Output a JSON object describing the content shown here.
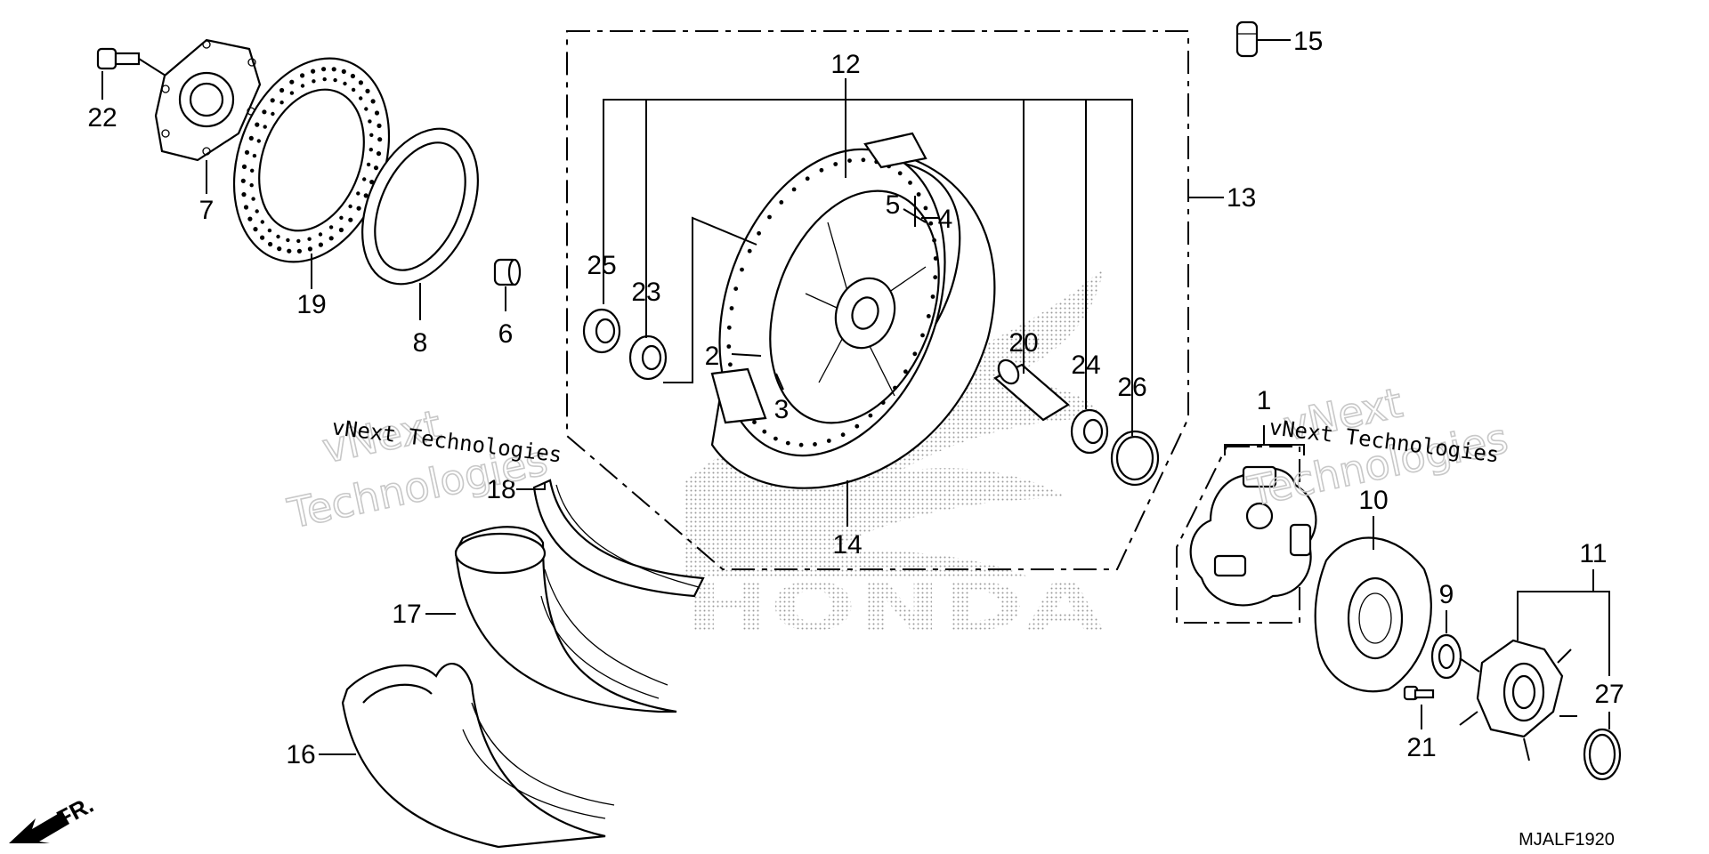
{
  "diagram": {
    "drawing_code": "MJALF1920",
    "direction_label": "FR.",
    "brand_mark": "HONDA",
    "watermark": {
      "outline_line1": "vNext",
      "outline_line2": "Technologies",
      "plain": "vNext Technologies"
    },
    "callouts": [
      {
        "id": "c1",
        "label": "1"
      },
      {
        "id": "c2",
        "label": "2"
      },
      {
        "id": "c3",
        "label": "3"
      },
      {
        "id": "c4",
        "label": "4"
      },
      {
        "id": "c5",
        "label": "5"
      },
      {
        "id": "c6",
        "label": "6"
      },
      {
        "id": "c7",
        "label": "7"
      },
      {
        "id": "c8",
        "label": "8"
      },
      {
        "id": "c9",
        "label": "9"
      },
      {
        "id": "c10",
        "label": "10"
      },
      {
        "id": "c11",
        "label": "11"
      },
      {
        "id": "c12",
        "label": "12"
      },
      {
        "id": "c13",
        "label": "13"
      },
      {
        "id": "c14",
        "label": "14"
      },
      {
        "id": "c15",
        "label": "15"
      },
      {
        "id": "c16",
        "label": "16"
      },
      {
        "id": "c17",
        "label": "17"
      },
      {
        "id": "c18",
        "label": "18"
      },
      {
        "id": "c19",
        "label": "19"
      },
      {
        "id": "c20",
        "label": "20"
      },
      {
        "id": "c21",
        "label": "21"
      },
      {
        "id": "c22",
        "label": "22"
      },
      {
        "id": "c23",
        "label": "23"
      },
      {
        "id": "c24",
        "label": "24"
      },
      {
        "id": "c25",
        "label": "25"
      },
      {
        "id": "c26",
        "label": "26"
      },
      {
        "id": "c27",
        "label": "27"
      }
    ]
  }
}
